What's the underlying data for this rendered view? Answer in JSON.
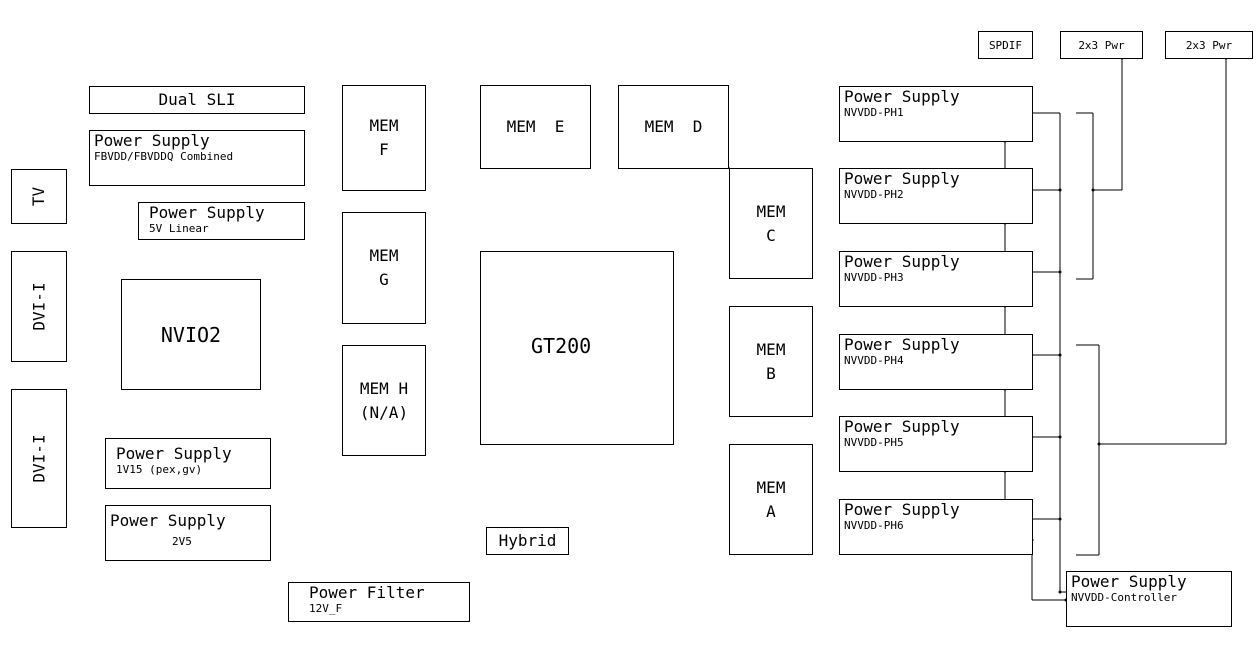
{
  "connectors": {
    "spdif": "SPDIF",
    "pwr_a": "2x3 Pwr",
    "pwr_b": "2x3 Pwr",
    "tv": "TV",
    "dvi_1": "DVI-I",
    "dvi_2": "DVI-I"
  },
  "blocks": {
    "dual_sli": "Dual SLI",
    "nvio2": "NVIO2",
    "gt200": "GT200",
    "hybrid": "Hybrid"
  },
  "memory": {
    "mem_a": "MEM\nA",
    "mem_b": "MEM\nB",
    "mem_c": "MEM\nC",
    "mem_d": "MEM  D",
    "mem_e": "MEM  E",
    "mem_f": "MEM\nF",
    "mem_g": "MEM\nG",
    "mem_h": "MEM H\n(N/A)"
  },
  "power_supplies": {
    "fbvdd": {
      "title": "Power Supply",
      "sub": "FBVDD/FBVDDQ Combined"
    },
    "linear5v": {
      "title": "Power Supply",
      "sub": "5V Linear"
    },
    "v1v15": {
      "title": "Power Supply",
      "sub": "1V15 (pex,gv)"
    },
    "v2v5": {
      "title": "Power Supply",
      "sub": "2V5"
    },
    "filter12v": {
      "title": "Power Filter",
      "sub": "12V_F"
    },
    "ph1": {
      "title": "Power Supply",
      "sub": "NVVDD-PH1"
    },
    "ph2": {
      "title": "Power Supply",
      "sub": "NVVDD-PH2"
    },
    "ph3": {
      "title": "Power Supply",
      "sub": "NVVDD-PH3"
    },
    "ph4": {
      "title": "Power Supply",
      "sub": "NVVDD-PH4"
    },
    "ph5": {
      "title": "Power Supply",
      "sub": "NVVDD-PH5"
    },
    "ph6": {
      "title": "Power Supply",
      "sub": "NVVDD-PH6"
    },
    "controller": {
      "title": "Power Supply",
      "sub": "NVVDD-Controller"
    }
  }
}
